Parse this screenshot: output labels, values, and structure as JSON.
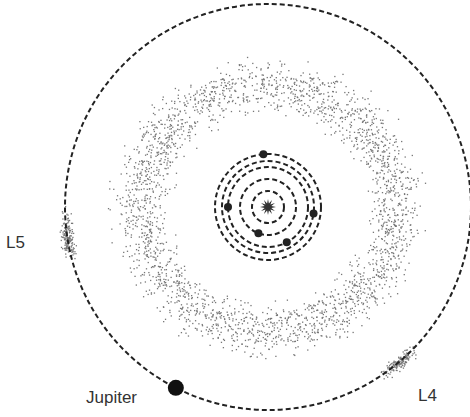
{
  "diagram": {
    "labels": [
      "L5",
      "Jupiter",
      "L4"
    ]
  }
}
